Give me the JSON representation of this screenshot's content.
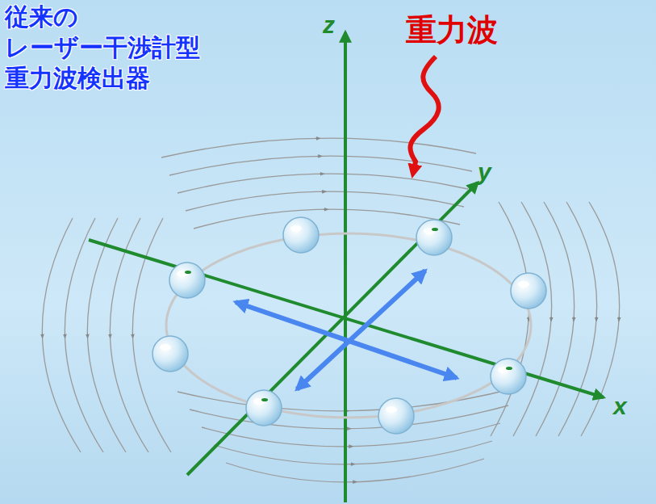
{
  "diagram": {
    "title": "従来の レーザー干渉計型 重力波検出器",
    "labels": [
      "重力波",
      "z",
      "y",
      "x"
    ]
  }
}
